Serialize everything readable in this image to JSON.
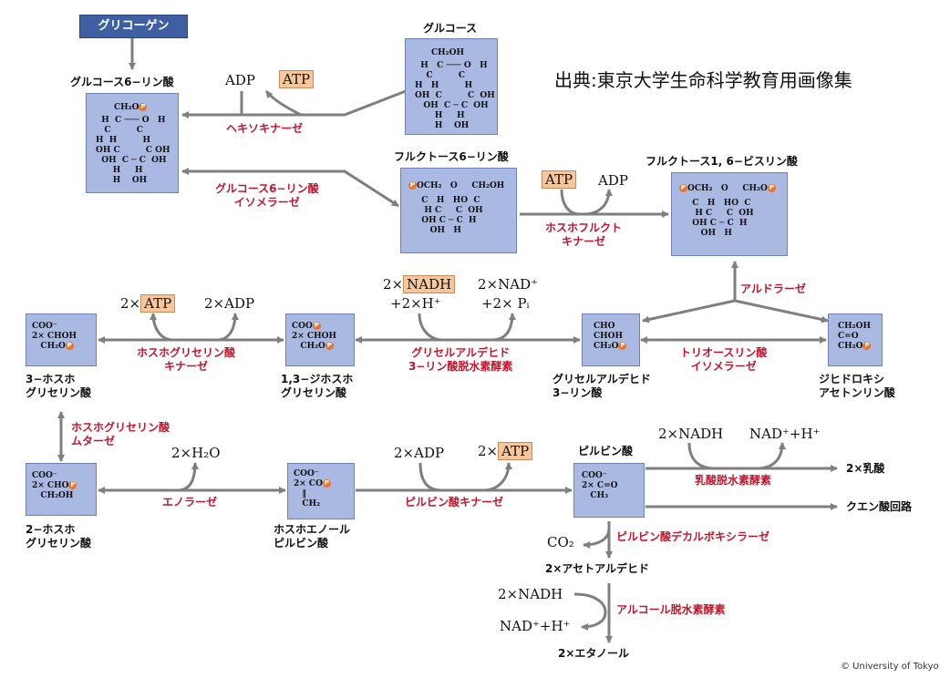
{
  "source_note": "出典:東京大学生命科学教育用画像集",
  "copyright": "© University of Tokyo",
  "glycogen": "グリコーゲン",
  "colors": {
    "enzyme": "#c0172d",
    "box_fill": "#a9b9e2",
    "highlight": "#f7c79a",
    "glycogen_fill": "#3f5fa3",
    "phosphate": "#e8732a"
  },
  "compounds": {
    "glucose": "グルコース",
    "g6p": "グルコース6−リン酸",
    "f6p": "フルクトース6−リン酸",
    "f16bp": "フルクトース1, 6−ビスリン酸",
    "pg3": [
      "3−ホスホ",
      "グリセリン酸"
    ],
    "bpg13": [
      "1,3−ジホスホ",
      "グリセリン酸"
    ],
    "gap": [
      "グリセルアルデヒド",
      "3−リン酸"
    ],
    "dhap": [
      "ジヒドロキシ",
      "アセトンリン酸"
    ],
    "pg2": [
      "2−ホスホ",
      "グリセリン酸"
    ],
    "pep": [
      "ホスホエノール",
      "ピルビン酸"
    ],
    "pyruvate": "ピルビン酸",
    "lactate": "2×乳酸",
    "tca": "クエン酸回路",
    "acetaldehyde": "2×アセトアルデヒド",
    "ethanol": "2×エタノール"
  },
  "enzymes": {
    "hexokinase": "ヘキソキナーゼ",
    "g6p_isomerase": [
      "グルコース6−リン酸",
      "イソメラーゼ"
    ],
    "pfk": [
      "ホスホフルクト",
      "キナーゼ"
    ],
    "aldolase": "アルドラーゼ",
    "tpi": [
      "トリオースリン酸",
      "イソメラーゼ"
    ],
    "gapdh": [
      "グリセルアルデヒド",
      "3−リン酸脱水素酵素"
    ],
    "pgk": [
      "ホスホグリセリン酸",
      "キナーゼ"
    ],
    "pgm": [
      "ホスホグリセリン酸",
      "ムターゼ"
    ],
    "enolase": "エノラーゼ",
    "pk": "ピルビン酸キナーゼ",
    "ldh": "乳酸脱水素酵素",
    "pdc": "ピルビン酸デカルボキシラーゼ",
    "adh": "アルコール脱水素酵素"
  },
  "cofactors": {
    "hk_adp": "ADP",
    "hk_atp": "ATP",
    "pfk_atp": "ATP",
    "pfk_adp": "ADP",
    "pgk_atp_n": "2×",
    "pgk_atp": "ATP",
    "pgk_adp": "2×ADP",
    "gapdh_nadh_n": "2×",
    "gapdh_nadh": "NADH",
    "gapdh_h": "+2×H⁺",
    "gapdh_nad": "2×NAD⁺",
    "gapdh_pi": "+2× Pᵢ",
    "enol_h2o": "2×H₂O",
    "pk_adp": "2×ADP",
    "pk_atp_n": "2×",
    "pk_atp": "ATP",
    "ldh_nadh": "2×NADH",
    "ldh_nad": "NAD⁺+H⁺",
    "co2": "CO₂",
    "adh_nadh": "2×NADH",
    "adh_nad": "NAD⁺+H⁺"
  },
  "structures": {
    "glucose": {
      "top": "CH₂OH",
      "rows": [
        "  H   C ─── O   H",
        "    C         C",
        "H   H         H",
        "OH  C         C  OH",
        "   OH  C ─ C  OH",
        "       H     H",
        "       H    OH"
      ]
    },
    "g6p": {
      "top": "CH₂O",
      "rows": [
        "  H  C ─── O   H",
        "   C         C",
        "H  H         H",
        "OH C         C OH",
        "  OH  C ─ C  OH",
        "      H     H",
        "      H    OH"
      ]
    },
    "f6p": {
      "top": "OCH₂   O     CH₂OH",
      "rows": [
        "  C   H   HO  C",
        "   H C     C  OH",
        "  OH C ─ C  H",
        "     OH   H"
      ]
    },
    "f16bp": {
      "top": "OCH₂   O     CH₂O",
      "rows": [
        "  C   H   HO  C",
        "   H C     C  OH",
        "  OH C ─ C  H",
        "     OH   H"
      ]
    },
    "pg3": {
      "lines": [
        "COO⁻",
        "2× CHOH",
        "   CH₂O"
      ],
      "p_line": 2
    },
    "bpg13": {
      "lines": [
        "COO",
        "2× CHOH",
        "   CH₂O"
      ],
      "p_line": 2
    },
    "gap": {
      "lines": [
        "CHO",
        "CHOH",
        "CH₂O"
      ],
      "p_line": 2
    },
    "dhap": {
      "lines": [
        "CH₂OH",
        "C=O",
        "CH₂O"
      ],
      "p_line": 2
    },
    "pg2": {
      "lines": [
        "COO⁻",
        "2× CHO",
        "   CH₂OH"
      ],
      "p_line": 1
    },
    "pep": {
      "lines": [
        "COO⁻",
        "2× CO",
        "   ‖",
        "   CH₂"
      ],
      "p_line": 1
    },
    "pyr": {
      "lines": [
        "COO⁻",
        "2× C=O",
        "   CH₃"
      ],
      "p_line": -1
    }
  }
}
